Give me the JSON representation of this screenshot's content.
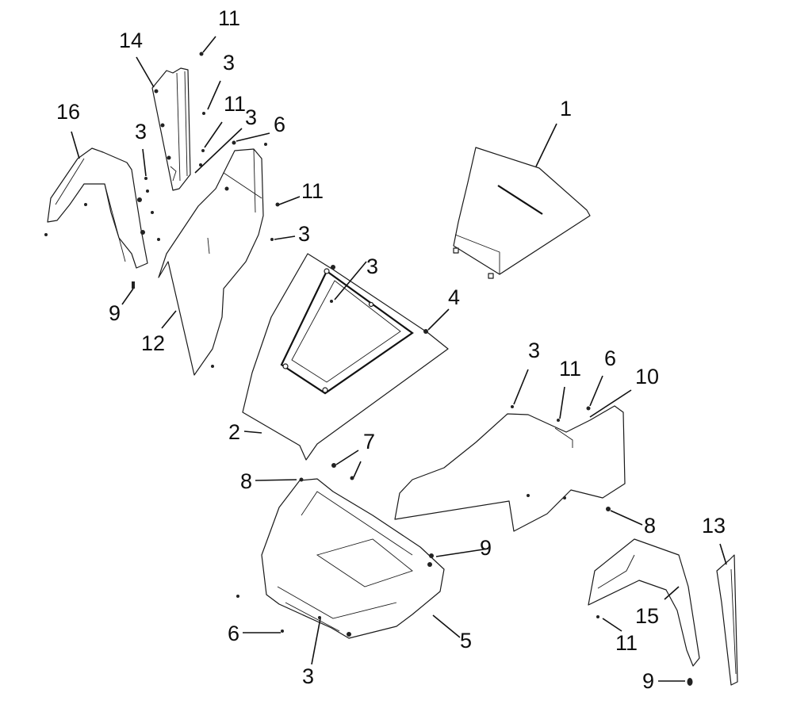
{
  "diagram": {
    "type": "exploded-parts-diagram",
    "colors": {
      "line": "#1a1a1a",
      "background": "#ffffff"
    },
    "callouts": [
      {
        "id": "c-11a",
        "text": "11"
      },
      {
        "id": "c-14",
        "text": "14"
      },
      {
        "id": "c-3a",
        "text": "3"
      },
      {
        "id": "c-11b",
        "text": "11"
      },
      {
        "id": "c-3b",
        "text": "3"
      },
      {
        "id": "c-6a",
        "text": "6"
      },
      {
        "id": "c-16",
        "text": "16"
      },
      {
        "id": "c-3c",
        "text": "3"
      },
      {
        "id": "c-11c",
        "text": "11"
      },
      {
        "id": "c-3d",
        "text": "3"
      },
      {
        "id": "c-1",
        "text": "1"
      },
      {
        "id": "c-3e",
        "text": "3"
      },
      {
        "id": "c-9a",
        "text": "9"
      },
      {
        "id": "c-12",
        "text": "12"
      },
      {
        "id": "c-4",
        "text": "4"
      },
      {
        "id": "c-3f",
        "text": "3"
      },
      {
        "id": "c-11d",
        "text": "11"
      },
      {
        "id": "c-6b",
        "text": "6"
      },
      {
        "id": "c-10",
        "text": "10"
      },
      {
        "id": "c-2",
        "text": "2"
      },
      {
        "id": "c-7",
        "text": "7"
      },
      {
        "id": "c-8a",
        "text": "8"
      },
      {
        "id": "c-8b",
        "text": "8"
      },
      {
        "id": "c-9b",
        "text": "9"
      },
      {
        "id": "c-13",
        "text": "13"
      },
      {
        "id": "c-6c",
        "text": "6"
      },
      {
        "id": "c-15",
        "text": "15"
      },
      {
        "id": "c-11e",
        "text": "11"
      },
      {
        "id": "c-5",
        "text": "5"
      },
      {
        "id": "c-3g",
        "text": "3"
      },
      {
        "id": "c-9c",
        "text": "9"
      }
    ]
  }
}
